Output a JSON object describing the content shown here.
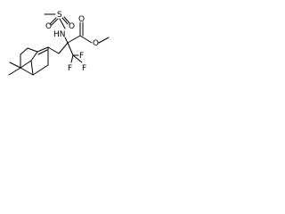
{
  "molecule": {
    "atoms": {
      "s": "S",
      "o_sulfonyl_left": "O",
      "o_sulfonyl_right": "O",
      "nh": "HN",
      "o_carbonyl": "O",
      "o_ester": "O",
      "f_top": "F",
      "f_left": "F",
      "f_right": "F"
    },
    "colors": {
      "bond": "#000000",
      "label": "#000000",
      "background": "#ffffff"
    }
  }
}
